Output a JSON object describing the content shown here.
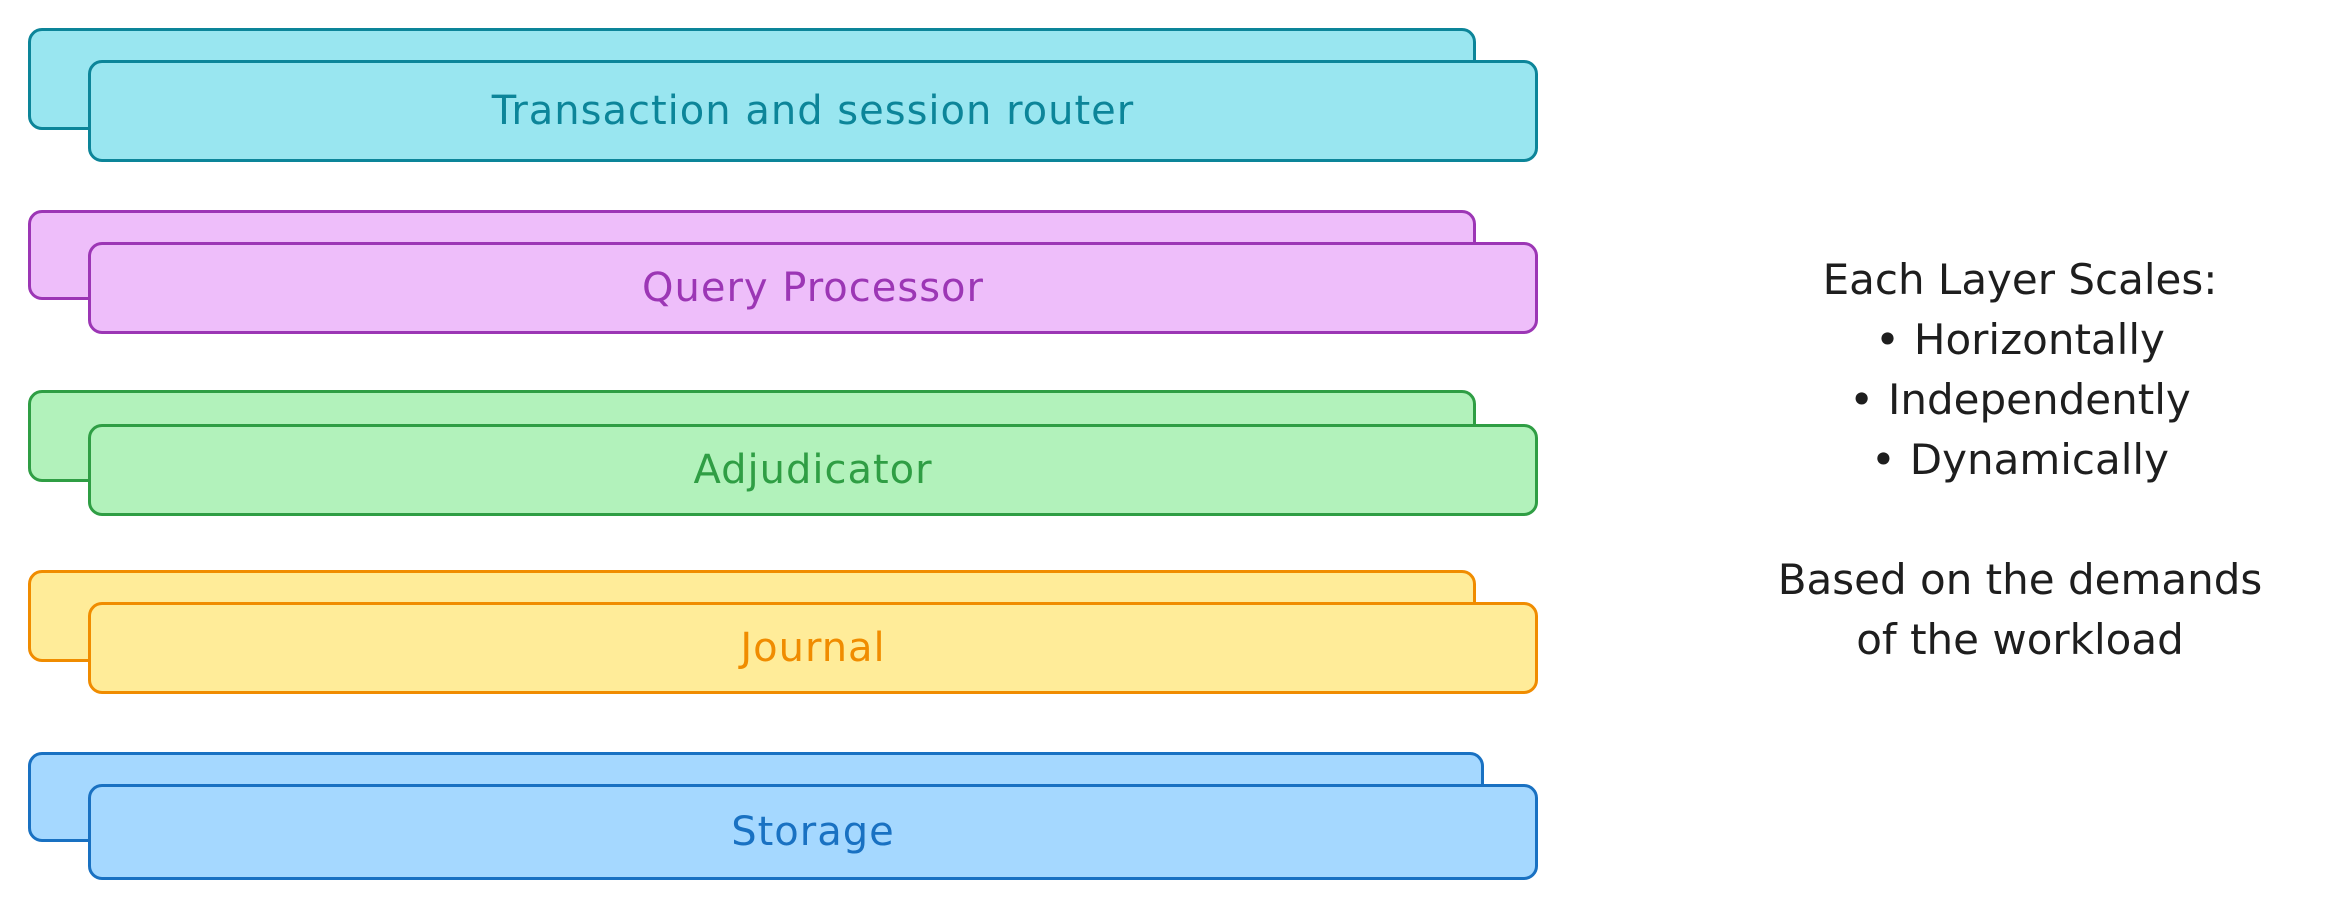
{
  "layers": [
    {
      "label": "Transaction and session router",
      "fill": "#99e6f0",
      "stroke": "#0c8599"
    },
    {
      "label": "Query Processor",
      "fill": "#eebefa",
      "stroke": "#9c36b5"
    },
    {
      "label": "Adjudicator",
      "fill": "#b2f2bb",
      "stroke": "#2f9e44"
    },
    {
      "label": "Journal",
      "fill": "#ffec99",
      "stroke": "#f08c00"
    },
    {
      "label": "Storage",
      "fill": "#a5d8ff",
      "stroke": "#1971c2"
    }
  ],
  "note": {
    "heading": "Each Layer Scales:",
    "bullet_symbol": "•",
    "bullets": [
      "Horizontally",
      "Independently",
      "Dynamically"
    ],
    "footer_lines": [
      "Based on the demands",
      "of the workload"
    ],
    "text_color": "#1e1e1e"
  }
}
